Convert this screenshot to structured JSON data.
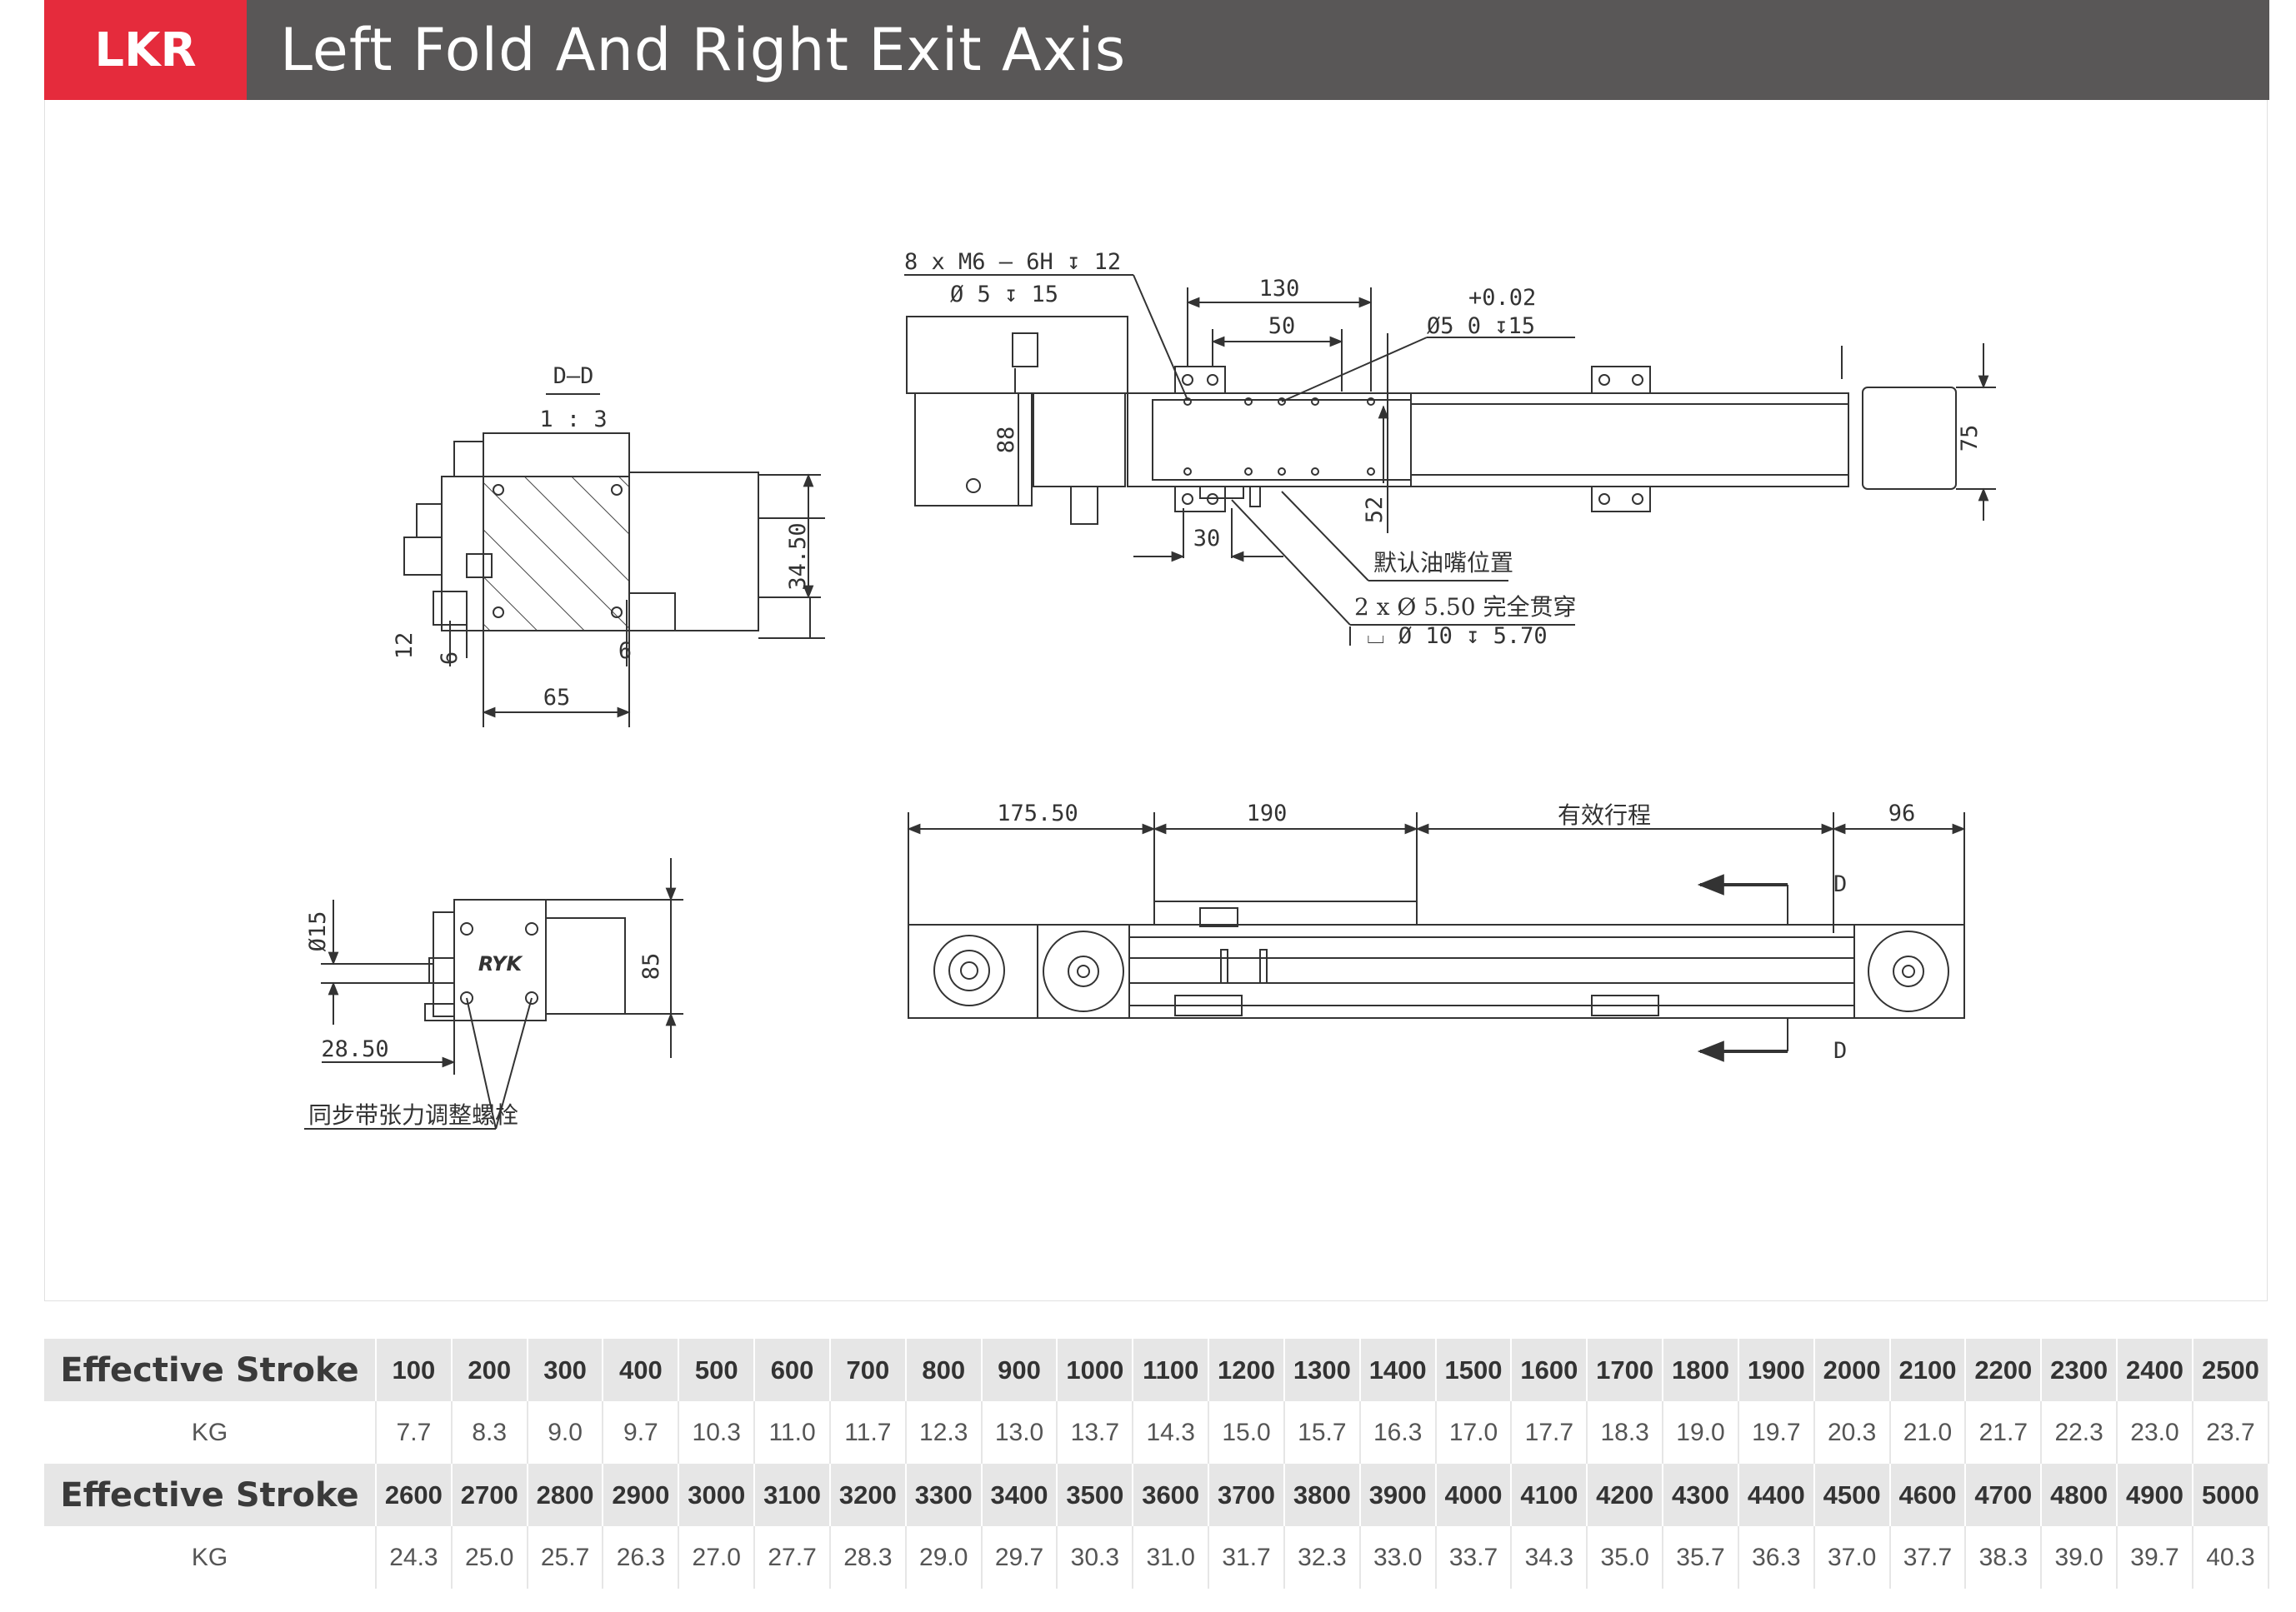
{
  "header": {
    "badge": "LKR",
    "title": "Left Fold And Right Exit Axis"
  },
  "drawing": {
    "section_title": "D—D",
    "section_scale": "1 : 3",
    "dims": {
      "d3450": "34.50",
      "d65": "65",
      "d12": "12",
      "d6a": "6",
      "d6b": "6",
      "d15": "Ø15",
      "d2850": "28.50",
      "d85": "85",
      "d130": "130",
      "d50": "50",
      "d88": "88",
      "d30": "30",
      "d52": "52",
      "d75": "75",
      "d17550": "175.50",
      "d190": "190",
      "d96": "96",
      "stroke_cn": "有效行程",
      "markD1": "D",
      "markD2": "D"
    },
    "callouts": {
      "thread_line1": "8 x  M6 — 6H ↧ 12",
      "thread_line2": "Ø 5 ↧ 15",
      "tol_top": "+0.02",
      "tol_line": "Ø5  0  ↧15",
      "oil_nozzle": "默认油嘴位置",
      "through_hole": "2 x Ø 5.50 完全贯穿",
      "counterbore": "⌴ Ø 10 ↧ 5.70",
      "belt_bolt": "同步带张力调整螺栓",
      "logo": "RYK"
    }
  },
  "table": {
    "row_label": "Effective Stroke",
    "kg_label": "KG",
    "strokes_1": [
      "100",
      "200",
      "300",
      "400",
      "500",
      "600",
      "700",
      "800",
      "900",
      "1000",
      "1100",
      "1200",
      "1300",
      "1400",
      "1500",
      "1600",
      "1700",
      "1800",
      "1900",
      "2000",
      "2100",
      "2200",
      "2300",
      "2400",
      "2500"
    ],
    "kg_1": [
      "7.7",
      "8.3",
      "9.0",
      "9.7",
      "10.3",
      "11.0",
      "11.7",
      "12.3",
      "13.0",
      "13.7",
      "14.3",
      "15.0",
      "15.7",
      "16.3",
      "17.0",
      "17.7",
      "18.3",
      "19.0",
      "19.7",
      "20.3",
      "21.0",
      "21.7",
      "22.3",
      "23.0",
      "23.7"
    ],
    "strokes_2": [
      "2600",
      "2700",
      "2800",
      "2900",
      "3000",
      "3100",
      "3200",
      "3300",
      "3400",
      "3500",
      "3600",
      "3700",
      "3800",
      "3900",
      "4000",
      "4100",
      "4200",
      "4300",
      "4400",
      "4500",
      "4600",
      "4700",
      "4800",
      "4900",
      "5000"
    ],
    "kg_2": [
      "24.3",
      "25.0",
      "25.7",
      "26.3",
      "27.0",
      "27.7",
      "28.3",
      "29.0",
      "29.7",
      "30.3",
      "31.0",
      "31.7",
      "32.3",
      "33.0",
      "33.7",
      "34.3",
      "35.0",
      "35.7",
      "36.3",
      "37.0",
      "37.7",
      "38.3",
      "39.0",
      "39.7",
      "40.3"
    ]
  }
}
